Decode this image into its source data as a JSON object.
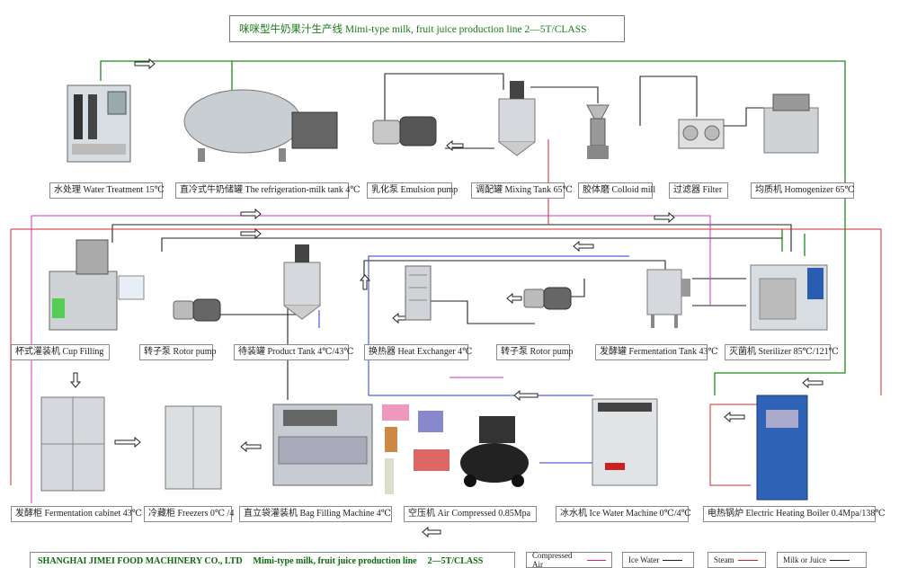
{
  "title": "咪咪型牛奶果汁生产线 Mimi-type milk, fruit juice production line     2—5T/CLASS",
  "equipment": {
    "water": "水处理 Water Treatment 15℃",
    "refrig_tank": "直冷式牛奶储罐 The refrigeration-milk tank 4℃",
    "emulsion_pump": "乳化泵 Emulsion pump",
    "mixing_tank": "调配罐 Mixing Tank 65℃",
    "colloid_mill": "胶体磨 Colloid mill",
    "filter": "过滤器    Filter",
    "homogenizer": "均质机 Homogenizer 65℃",
    "cup_filling": "杯式灌装机  Cup Filling",
    "rotor_pump_1": "转子泵 Rotor pump",
    "product_tank": "待装罐   Product Tank 4℃/43℃",
    "heat_exchanger": "换热器   Heat Exchanger 4℃",
    "rotor_pump_2": "转子泵 Rotor pump",
    "fermentation_tank": "发酵罐 Fermentation Tank 43℃",
    "sterilizer": "灭菌机 Sterilizer 85℃/121℃",
    "fermentation_cabinet": "发酵柜 Fermentation cabinet 43℃",
    "freezers": "冷藏柜  Freezers  0℃ /4",
    "bag_filling": "直立袋灌装机 Bag Filling Machine    4℃",
    "air_compressor": "空压机   Air Compressed 0.85Mpa",
    "ice_water": "冰水机  Ice Water Machine 0℃/4℃",
    "boiler": "电热锅炉  Electric Heating Boiler 0.4Mpa/138℃"
  },
  "footer": {
    "company": "SHANGHAI JIMEI FOOD MACHINERY CO., LTD",
    "line": "Mimi-type milk, fruit juice production line",
    "capacity": "2—5T/CLASS"
  },
  "legend": [
    {
      "label": "Compressed Air",
      "color": "#d81b8a"
    },
    {
      "label": "Ice Water",
      "color": "#1a1a1a"
    },
    {
      "label": "Steam",
      "color": "#d81b1b"
    },
    {
      "label": "Milk or Juice",
      "color": "#1a1a1a"
    }
  ],
  "colors": {
    "milk_line": "#1f8a1f",
    "ice_water": "#2a3bd6",
    "steam": "#d62a2a",
    "air": "#cc33cc",
    "product": "#222222"
  }
}
